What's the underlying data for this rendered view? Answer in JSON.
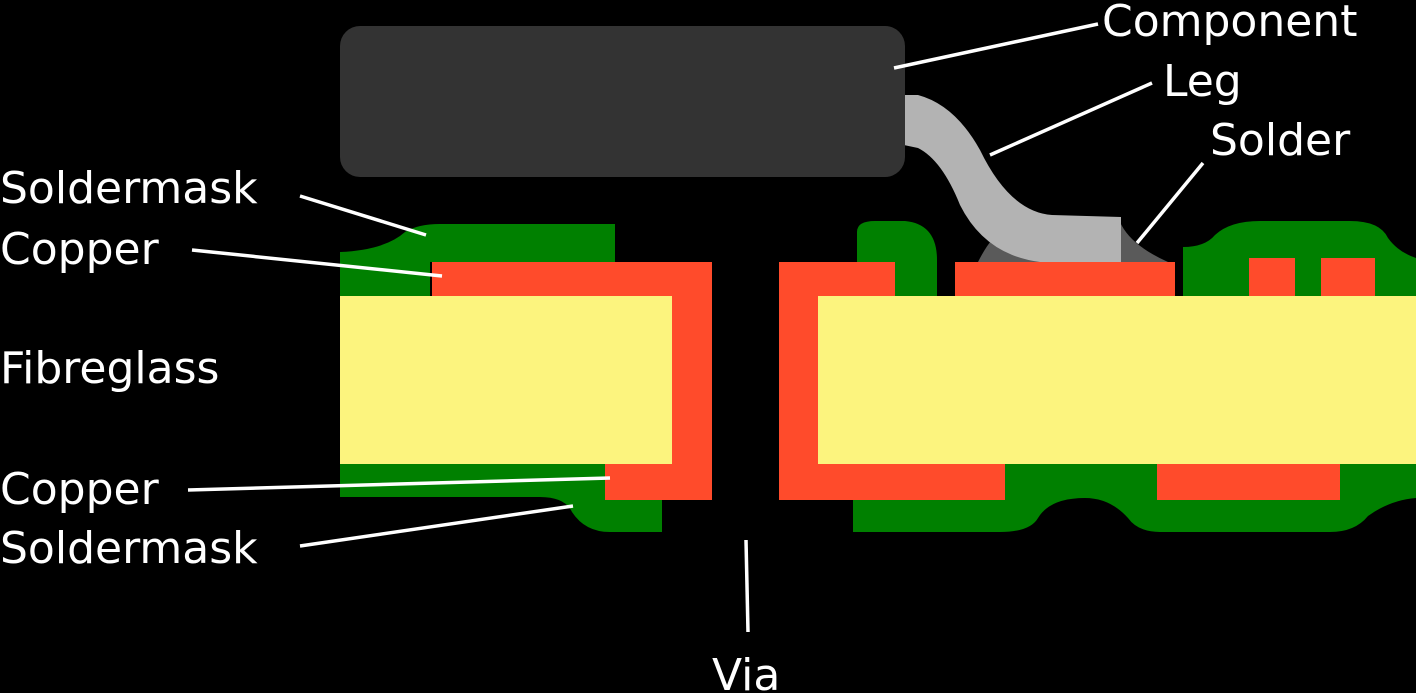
{
  "labels": {
    "component": "Component",
    "leg": "Leg",
    "solder": "Solder",
    "soldermask_top": "Soldermask",
    "copper_top": "Copper",
    "fibreglass": "Fibreglass",
    "copper_bottom": "Copper",
    "soldermask_bottom": "Soldermask",
    "via": "Via"
  },
  "colors": {
    "background": "#000000",
    "component": "#333333",
    "leg": "#b3b3b3",
    "solder": "#5a5a5a",
    "soldermask": "#008000",
    "copper": "#ff4b2b",
    "fibreglass": "#fcf47e",
    "text": "#ffffff"
  }
}
